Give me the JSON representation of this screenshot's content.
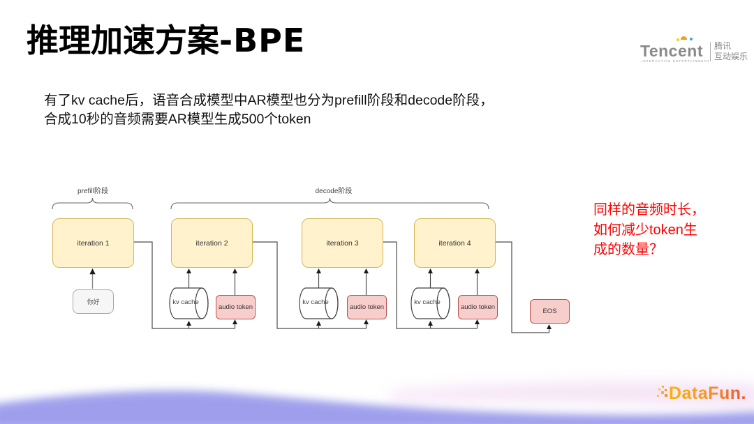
{
  "slide": {
    "title": {
      "part1": "推理加速方案",
      "part2": "-BPE"
    },
    "body_text": "有了kv cache后，语音合成模型中AR模型也分为prefill阶段和decode阶段，\n合成10秒的音频需要AR模型生成500个token",
    "side_note": "同样的音频时长，\n如何减少token生\n成的数量？",
    "side_note_color": "#ff0000"
  },
  "branding": {
    "tencent": {
      "name": "Tencent",
      "subtitle": "INTERACTIVE ENTERTAINMENT",
      "cn_text": "腾讯\n互动娱乐"
    },
    "datafun": {
      "text": "DataFun."
    }
  },
  "diagram": {
    "phase_labels": [
      {
        "label": "prefill阶段"
      },
      {
        "label": "decode阶段"
      }
    ],
    "iterations": [
      {
        "label": "iteration 1",
        "input": "你好"
      },
      {
        "label": "iteration 2",
        "kv": "kv cache",
        "audio": "audio token"
      },
      {
        "label": "iteration 3",
        "kv": "kv cache",
        "audio": "audio token"
      },
      {
        "label": "iteration 4",
        "kv": "kv cache",
        "audio": "audio token"
      }
    ],
    "eos_label": "EOS",
    "colors": {
      "iteration_fill": "#fff2cc",
      "iteration_border": "#d6b656",
      "token_fill": "#f8cecc",
      "token_border": "#b85450",
      "connector": "#4d4d4d",
      "wave_blue": "#8787e8",
      "wave_pink": "#edccee"
    }
  }
}
